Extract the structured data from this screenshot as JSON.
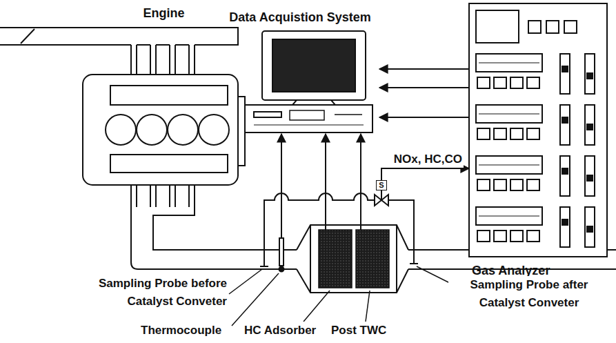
{
  "diagram": {
    "nodes": [
      {
        "text": [
          "Engine"
        ]
      },
      {
        "text": [
          "Data Acquistion System"
        ]
      },
      {
        "text": [
          "Gas Analyzer"
        ]
      },
      {
        "text": [
          "S"
        ]
      }
    ],
    "edges": [
      {
        "from": 2,
        "to": 1,
        "arrow": "to"
      },
      {
        "from": 2,
        "to": 1,
        "arrow": "to"
      },
      {
        "from": 2,
        "to": 1,
        "arrow": "to"
      },
      {
        "from": 3,
        "to": 2,
        "label": "NOx, HC,CO",
        "arrow": "to"
      }
    ],
    "labels": [
      "Sampling Probe before Catalyst Conveter",
      "Sampling Probe after Catalyst Conveter",
      "Thermocouple",
      "HC Adsorber",
      "Post TWC"
    ]
  }
}
